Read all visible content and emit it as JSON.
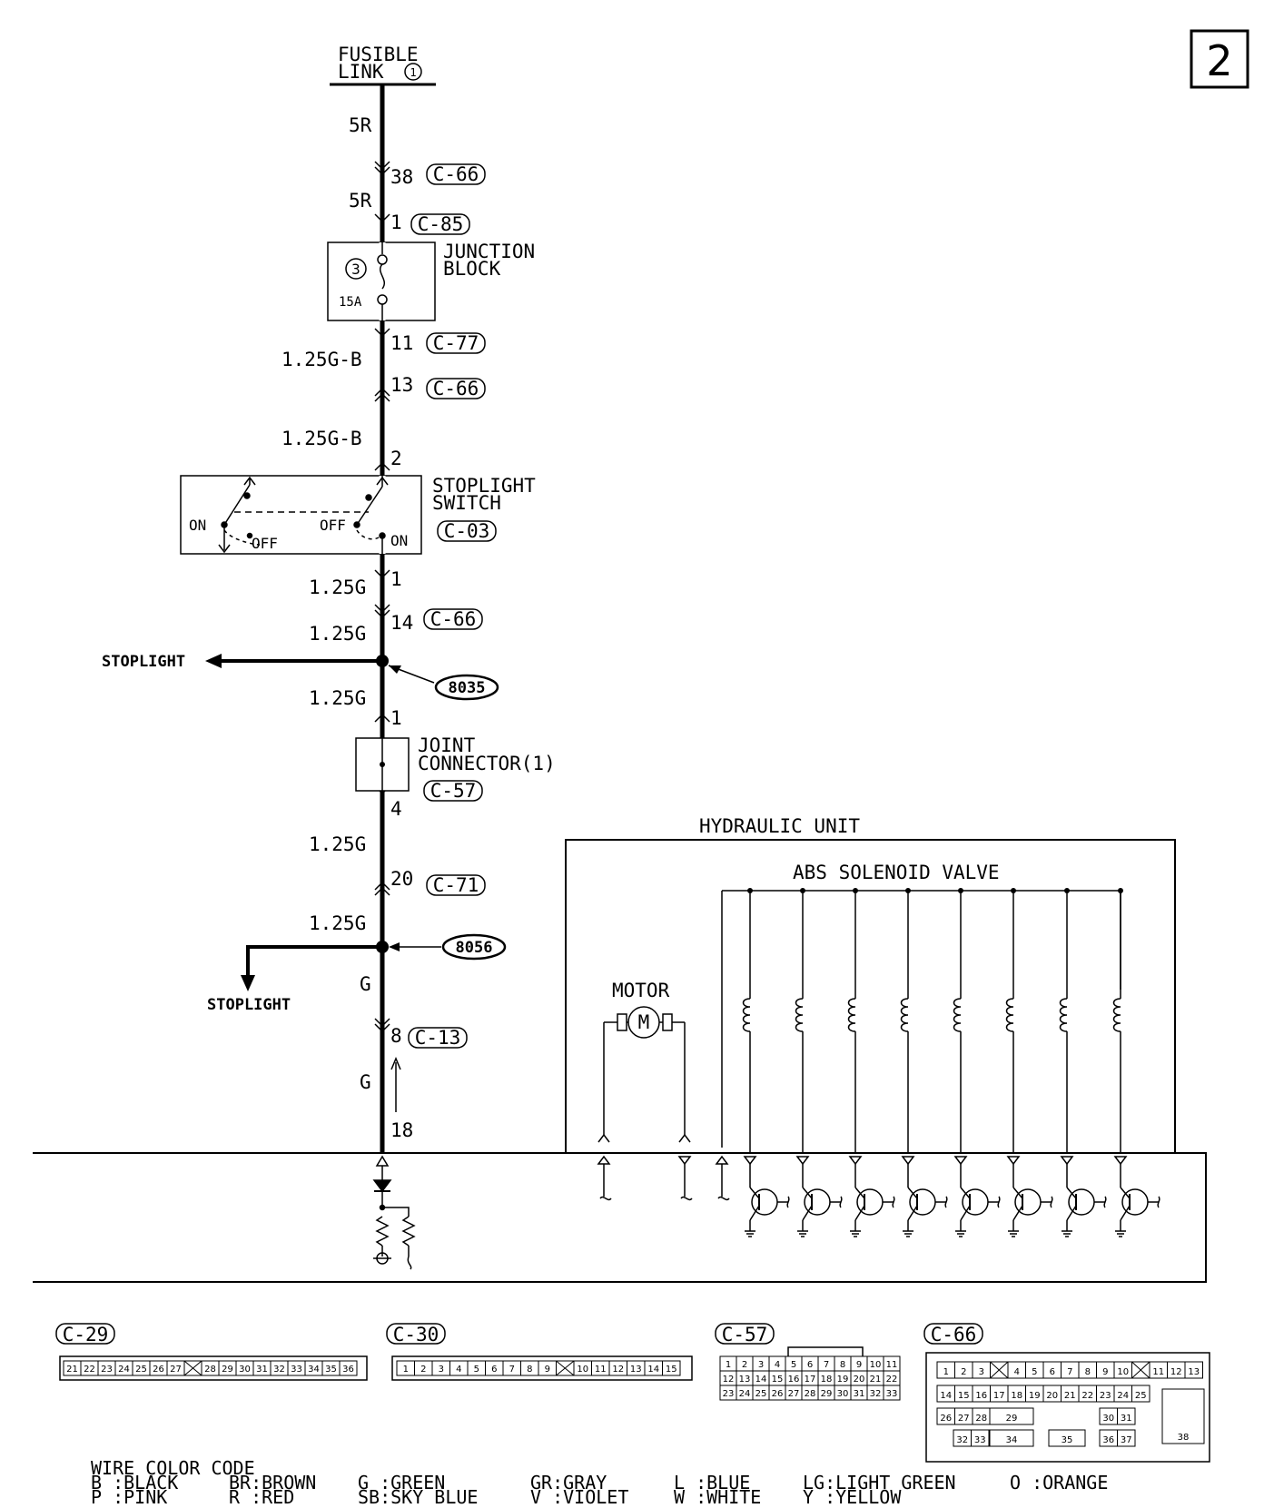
{
  "page_number": "2",
  "top": {
    "label_line1": "FUSIBLE",
    "label_line2": "LINK",
    "link_no": "1"
  },
  "wires": {
    "w1": "5R",
    "w2": "5R",
    "w3": "1.25G-B",
    "w4": "1.25G-B",
    "w5": "1.25G",
    "w6": "1.25G",
    "w7": "1.25G",
    "w8": "1.25G",
    "w9": "1.25G",
    "w10": "G",
    "w11": "G"
  },
  "pins": {
    "p38": "38",
    "p1a": "1",
    "p11": "11",
    "p13": "13",
    "p2": "2",
    "p1b": "1",
    "p14": "14",
    "p1c": "1",
    "p4": "4",
    "p20": "20",
    "p8": "8",
    "p18": "18"
  },
  "connectors": {
    "c66a": "C-66",
    "c85": "C-85",
    "c77": "C-77",
    "c66b": "C-66",
    "c03": "C-03",
    "c66c": "C-66",
    "c57": "C-57",
    "c71": "C-71",
    "c13": "C-13"
  },
  "junction_block": {
    "line1": "JUNCTION",
    "line2": "BLOCK",
    "fuse_no": "3",
    "rating": "15A"
  },
  "stoplight_switch": {
    "line1": "STOPLIGHT",
    "line2": "SWITCH",
    "on_left": "ON",
    "off_left": "OFF",
    "off_right": "OFF",
    "on_right": "ON"
  },
  "splices": {
    "s1": "8035",
    "s2": "8056"
  },
  "branch_labels": {
    "b1": "STOPLIGHT",
    "b2": "STOPLIGHT"
  },
  "joint_connector": {
    "line1": "JOINT",
    "line2": "CONNECTOR(1)"
  },
  "hydraulic_unit": {
    "title": "HYDRAULIC UNIT",
    "valve_label": "ABS SOLENOID VALVE",
    "motor_label": "MOTOR",
    "motor_symbol": "M"
  },
  "connector_views": {
    "c29": {
      "label": "C-29",
      "pins": [
        "21",
        "22",
        "23",
        "24",
        "25",
        "26",
        "27",
        "X",
        "28",
        "29",
        "30",
        "31",
        "32",
        "33",
        "34",
        "35",
        "36"
      ]
    },
    "c30": {
      "label": "C-30",
      "pins": [
        "1",
        "2",
        "3",
        "4",
        "5",
        "6",
        "7",
        "8",
        "9",
        "X",
        "10",
        "11",
        "12",
        "13",
        "14",
        "15"
      ]
    },
    "c57": {
      "label": "C-57",
      "row1": [
        "1",
        "2",
        "3",
        "4",
        "5",
        "6",
        "7",
        "8",
        "9",
        "10",
        "11"
      ],
      "row2": [
        "12",
        "13",
        "14",
        "15",
        "16",
        "17",
        "18",
        "19",
        "20",
        "21",
        "22"
      ],
      "row3": [
        "23",
        "24",
        "25",
        "26",
        "27",
        "28",
        "29",
        "30",
        "31",
        "32",
        "33"
      ]
    },
    "c66": {
      "label": "C-66",
      "row1": [
        "1",
        "2",
        "3",
        "X",
        "4",
        "5",
        "6",
        "7",
        "8",
        "9",
        "10",
        "X",
        "11",
        "12",
        "13"
      ],
      "row2": [
        "14",
        "15",
        "16",
        "17",
        "18",
        "19",
        "20",
        "21",
        "22",
        "23",
        "24",
        "25"
      ],
      "row3": [
        "26",
        "27",
        "28",
        "29",
        "30",
        "31",
        "38"
      ],
      "row4": [
        "32",
        "33",
        "34",
        "35",
        "36",
        "37"
      ]
    }
  },
  "wire_color_code": {
    "title": "WIRE COLOR CODE",
    "row1": [
      "B :BLACK",
      "BR:BROWN",
      "G :GREEN",
      "GR:GRAY",
      "L :BLUE",
      "LG:LIGHT GREEN",
      "O :ORANGE"
    ],
    "row2": [
      "P :PINK",
      "R :RED",
      "SB:SKY BLUE",
      "V :VIOLET",
      "W :WHITE",
      "Y :YELLOW"
    ]
  }
}
